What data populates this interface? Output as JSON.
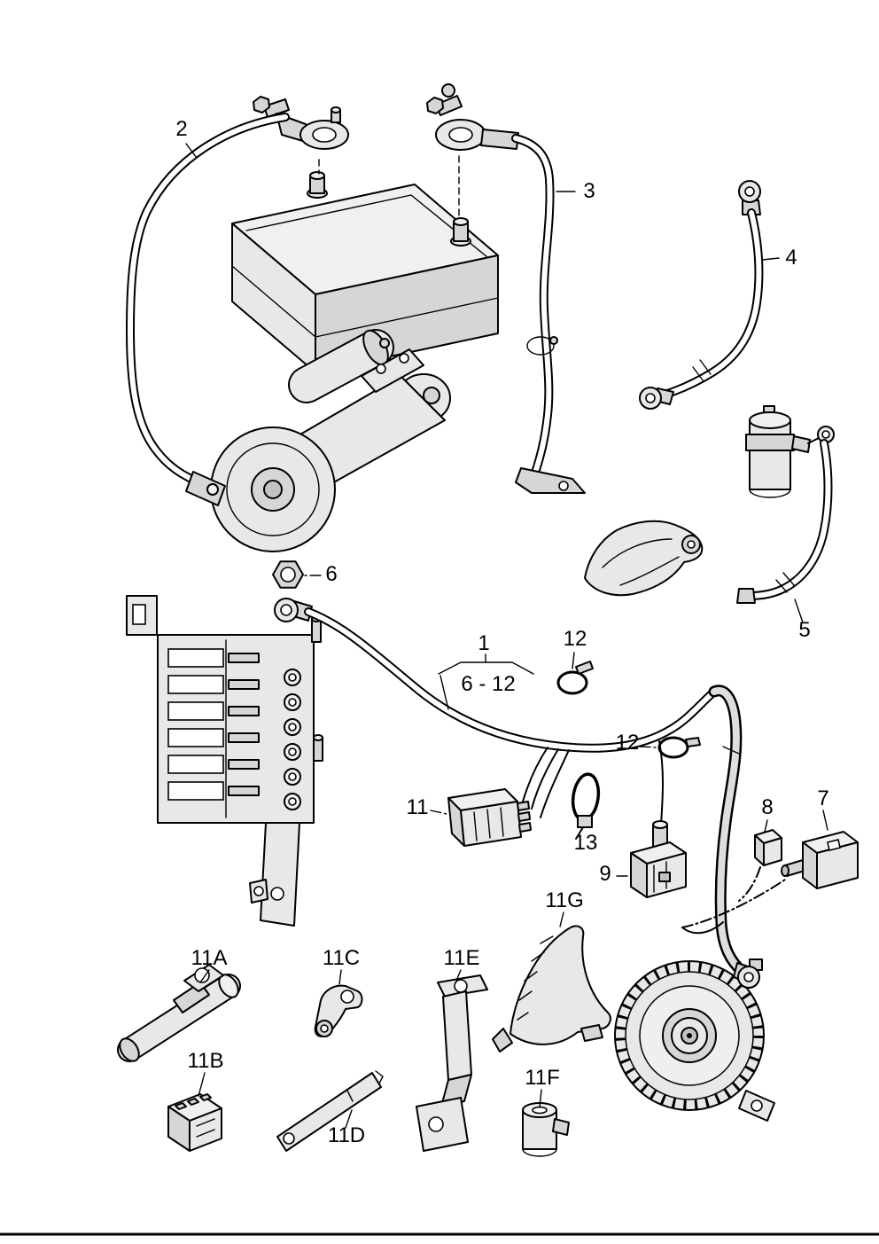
{
  "diagram": {
    "callouts": {
      "c1": "1",
      "c1_range": "6 - 12",
      "c2": "2",
      "c3": "3",
      "c4": "4",
      "c5": "5",
      "c6": "6",
      "c7": "7",
      "c8": "8",
      "c9": "9",
      "c11": "11",
      "c12_upper": "12",
      "c12_lower": "12",
      "c13": "13",
      "c11a": "11A",
      "c11b": "11B",
      "c11c": "11C",
      "c11d": "11D",
      "c11e": "11E",
      "c11f": "11F",
      "c11g": "11G"
    },
    "colors": {
      "line": "#000000",
      "fill_lightest": "#f0f0f0",
      "fill_light": "#e8e8e8",
      "fill_mid": "#d6d6d6",
      "fill_dark": "#c2c2c2",
      "background": "#ffffff"
    }
  }
}
